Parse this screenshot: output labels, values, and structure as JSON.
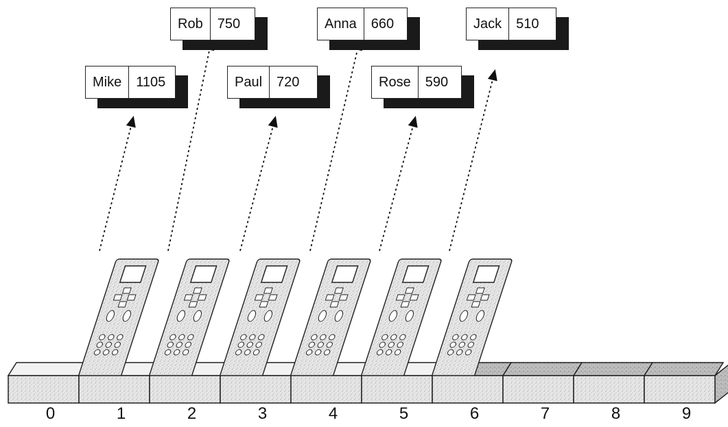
{
  "records": [
    {
      "name": "Mike",
      "value": "1105"
    },
    {
      "name": "Rob",
      "value": "750"
    },
    {
      "name": "Paul",
      "value": "720"
    },
    {
      "name": "Anna",
      "value": "660"
    },
    {
      "name": "Rose",
      "value": "590"
    },
    {
      "name": "Jack",
      "value": "510"
    }
  ],
  "slots": [
    "0",
    "1",
    "2",
    "3",
    "4",
    "5",
    "6",
    "7",
    "8",
    "9"
  ],
  "colors": {
    "line": "#222222",
    "shadow": "#1a1a1a",
    "box_fill": "#d9d9d9",
    "device": "#cfcfcf"
  }
}
